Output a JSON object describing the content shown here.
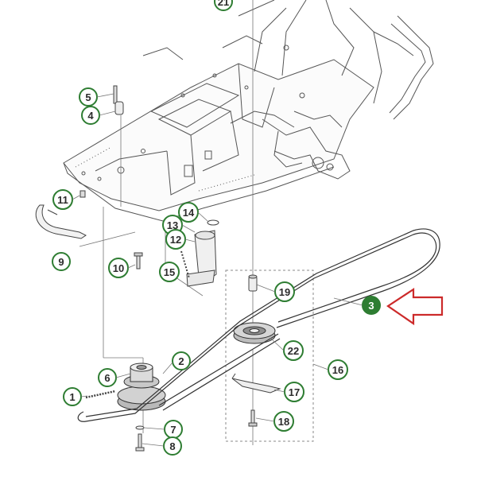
{
  "diagram": {
    "callouts": [
      {
        "id": "c21",
        "label": "21"
      },
      {
        "id": "c5",
        "label": "5"
      },
      {
        "id": "c4",
        "label": "4"
      },
      {
        "id": "c11",
        "label": "11"
      },
      {
        "id": "c9",
        "label": "9"
      },
      {
        "id": "c14",
        "label": "14"
      },
      {
        "id": "c13",
        "label": "13"
      },
      {
        "id": "c12",
        "label": "12"
      },
      {
        "id": "c10",
        "label": "10"
      },
      {
        "id": "c15",
        "label": "15"
      },
      {
        "id": "c19",
        "label": "19"
      },
      {
        "id": "c3",
        "label": "3",
        "highlighted": true
      },
      {
        "id": "c22",
        "label": "22"
      },
      {
        "id": "c2",
        "label": "2"
      },
      {
        "id": "c16",
        "label": "16"
      },
      {
        "id": "c6",
        "label": "6"
      },
      {
        "id": "c17",
        "label": "17"
      },
      {
        "id": "c1",
        "label": "1"
      },
      {
        "id": "c18",
        "label": "18"
      },
      {
        "id": "c7",
        "label": "7"
      },
      {
        "id": "c8",
        "label": "8"
      }
    ],
    "colors": {
      "callout_ring": "#2e7d32",
      "callout_fill": "#ffffff",
      "highlight_fill": "#2e7d32",
      "arrow": "#cc2a2a",
      "line_art": "#555555",
      "dashed_box": "#8a8a8a"
    }
  }
}
